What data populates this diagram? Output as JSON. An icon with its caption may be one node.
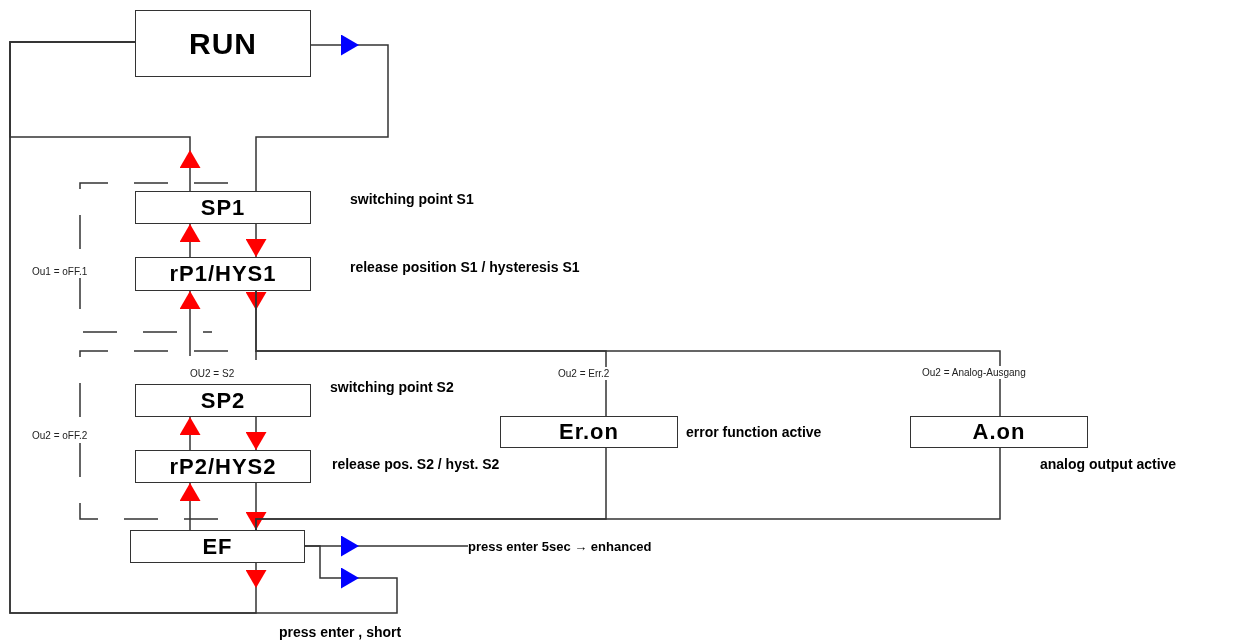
{
  "diagram": {
    "nodes": [
      {
        "text": [
          "RUN"
        ]
      },
      {
        "text": [
          "SP1"
        ],
        "beside": [
          "switching point S1"
        ]
      },
      {
        "text": [
          "rP1/HYS1"
        ],
        "beside": [
          "release position S1 / hysteresis S1"
        ]
      },
      {
        "text": [
          "SP2"
        ],
        "beside": [
          "switching point S2"
        ]
      },
      {
        "text": [
          "rP2/HYS2"
        ]
      },
      {
        "text": [
          "EF"
        ]
      },
      {
        "text": [
          "Er.on"
        ],
        "beside": [
          "error function active"
        ]
      },
      {
        "text": [
          "A.on"
        ],
        "beside": [
          "analog output active"
        ]
      },
      {
        "text": [
          "press enter 5sec → enhanced"
        ]
      }
    ],
    "edges": [
      {
        "from": 0,
        "to": null,
        "arrow": "to"
      },
      {
        "from": null,
        "to": 1,
        "arrow": "none"
      },
      {
        "from": 1,
        "to": null,
        "arrow": "to"
      },
      {
        "from": null,
        "to": 0,
        "arrow": "none"
      },
      {
        "from": 1,
        "to": 2,
        "arrow": "to"
      },
      {
        "from": 2,
        "to": 1,
        "arrow": "to"
      },
      {
        "from": 2,
        "to": null,
        "arrow": "to"
      },
      {
        "from": null,
        "to": 2,
        "arrow": "to"
      },
      {
        "from": 3,
        "to": 4,
        "arrow": "to"
      },
      {
        "from": 4,
        "to": 3,
        "arrow": "to"
      },
      {
        "from": 4,
        "to": 5,
        "arrow": "to"
      },
      {
        "from": 5,
        "to": 4,
        "arrow": "to"
      },
      {
        "from": 5,
        "to": null,
        "arrow": "to"
      },
      {
        "from": null,
        "to": 0,
        "arrow": "none"
      },
      {
        "from": 5,
        "to": null,
        "arrow": "to"
      },
      {
        "from": null,
        "to": 8,
        "arrow": "none"
      },
      {
        "from": 5,
        "to": null,
        "arrow": "to"
      },
      {
        "from": null,
        "to": 0,
        "arrow": "none"
      },
      {
        "from": 2,
        "to": 6,
        "arrow": "none"
      },
      {
        "from": 2,
        "to": 7,
        "arrow": "none"
      },
      {
        "from": 6,
        "to": 5,
        "arrow": "none"
      },
      {
        "from": 7,
        "to": 5,
        "arrow": "none"
      }
    ],
    "labels": [
      "Ou1 = oFF.1",
      "OU2 = S2",
      "Ou2 = Err.2",
      "Ou2 = Analog-Ausgang",
      "Ou2 = oFF.2",
      "release pos. S2 / hyst. S2",
      "press enter , short"
    ]
  }
}
